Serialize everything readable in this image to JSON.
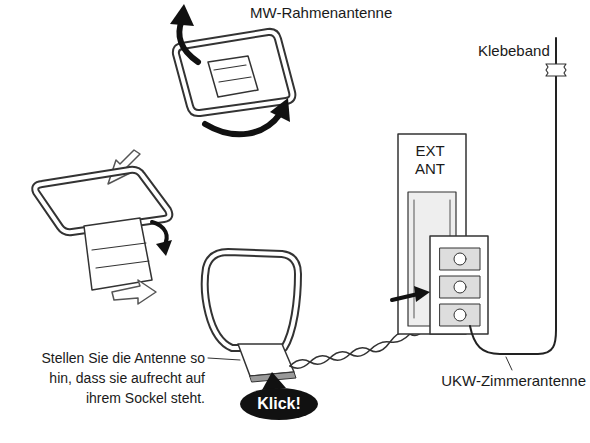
{
  "diagram": {
    "nodes": [
      {
        "text": [
          "Klick!"
        ]
      }
    ],
    "labels": [
      "MW-Rahmenantenne",
      "Klebeband",
      "EXT ANT",
      "Stellen Sie die Antenne so hin, dass sie aufrecht auf ihrem Sockel steht.",
      "UKW-Zimmerantenne"
    ]
  }
}
